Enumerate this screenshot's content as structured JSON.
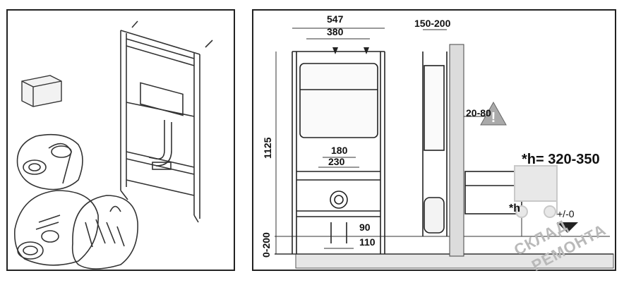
{
  "diagram": {
    "dims": {
      "width_top": "547",
      "inner_width": "380",
      "wall_gap": "150-200",
      "height": "1125",
      "inner_180": "180",
      "inner_230": "230",
      "bottom_90": "90",
      "bottom_110": "110",
      "floor_range": "0-200",
      "offset_20_80": "20-80"
    },
    "annotations": {
      "h_range": "*h= 320-350",
      "h_marker": "*h",
      "level_marker": "+/-0"
    },
    "watermark": {
      "line1": "СКЛАД",
      "line2": "РЕМОНТА"
    }
  }
}
